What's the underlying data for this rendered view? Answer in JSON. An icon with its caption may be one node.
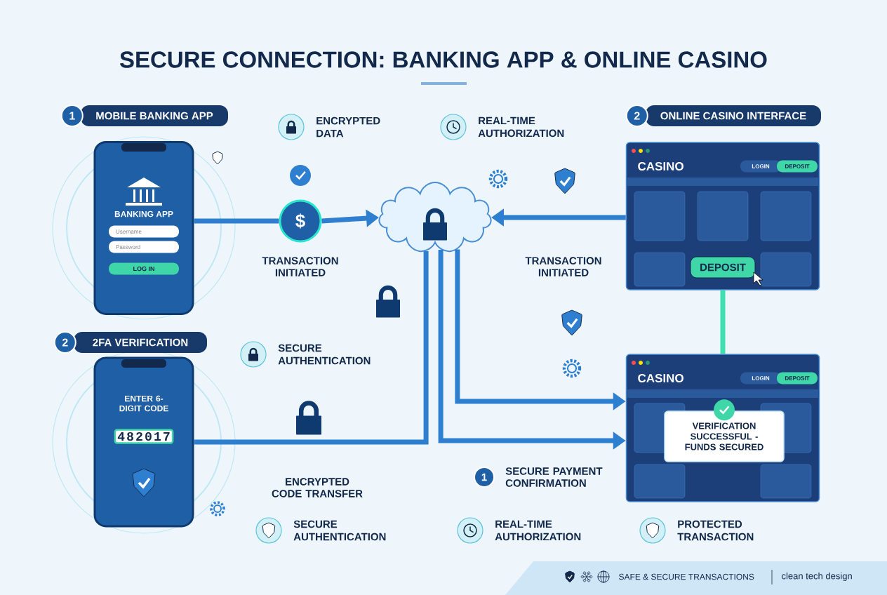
{
  "diagram": {
    "title": "SECURE CONNECTION: BANKING APP & ONLINE CASINO",
    "nodes": [
      {
        "text": [
          "MOBILE BANKING APP"
        ],
        "beside": [
          "1"
        ]
      },
      {
        "text": [
          "BANKING APP",
          "Username",
          "Password",
          "LOG IN"
        ]
      },
      {
        "text": [
          "2FA VERIFICATION"
        ],
        "beside": [
          "2"
        ]
      },
      {
        "text": [
          "ENTER 6-DIGIT CODE",
          "482017"
        ]
      },
      {
        "text": [],
        "shape": "cloud"
      },
      {
        "text": [
          "ONLINE CASINO INTERFACE"
        ],
        "beside": [
          "2"
        ]
      },
      {
        "text": [
          "CASINO",
          "LOGIN",
          "DEPOSIT",
          "DEPOSIT"
        ]
      },
      {
        "text": [
          "CASINO",
          "LOGIN",
          "DEPOSIT"
        ]
      },
      {
        "text": [
          "VERIFICATION SUCCESSFUL - FUNDS SECURED"
        ],
        "in": 7
      },
      {
        "text": [
          "$"
        ],
        "beside": [
          "TRANSACTION INITIATED"
        ]
      }
    ],
    "edges": [
      {
        "from": 1,
        "to": 9,
        "arrow": "none"
      },
      {
        "from": 9,
        "to": 4,
        "arrow": "to"
      },
      {
        "from": 6,
        "to": 4,
        "arrow": "to",
        "label": "TRANSACTION INITIATED"
      },
      {
        "from": 6,
        "to": 7,
        "arrow": "none",
        "color": "#3ee0b0"
      },
      {
        "from": 3,
        "to": 4,
        "arrow": "none",
        "label": "ENCRYPTED CODE TRANSFER"
      },
      {
        "from": 4,
        "to": 7,
        "arrow": "to"
      },
      {
        "from": 4,
        "to": 7,
        "arrow": "to",
        "label": "SECURE PAYMENT CONFIRMATION"
      }
    ],
    "labels": [
      "ENCRYPTED DATA",
      "REAL-TIME AUTHORIZATION",
      "SECURE AUTHENTICATION",
      "SECURE AUTHENTICATION",
      "REAL-TIME AUTHORIZATION",
      "PROTECTED TRANSACTION",
      "1",
      "SAFE & SECURE TRANSACTIONS",
      "clean tech design"
    ]
  }
}
